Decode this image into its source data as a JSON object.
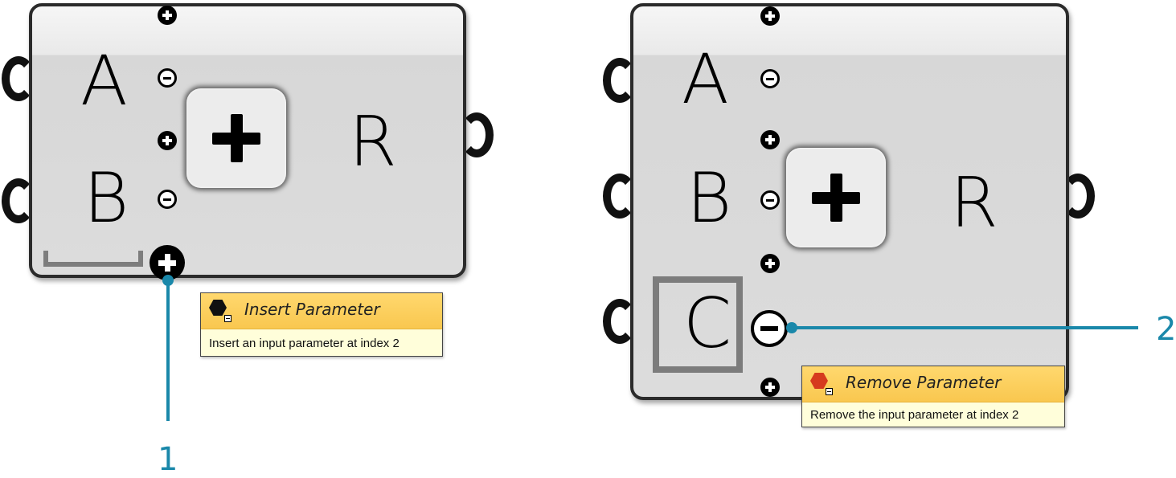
{
  "colors": {
    "callout": "#1a88aa",
    "tooltip_header": "#f9c74f",
    "tooltip_body": "#fffeda",
    "component_body": "#dcdcdc",
    "insert_icon": "#111111",
    "remove_icon": "#d63a1e"
  },
  "left_component": {
    "inputs": [
      "A",
      "B"
    ],
    "output": "R",
    "center_icon": "plus-icon"
  },
  "right_component": {
    "inputs": [
      "A",
      "B",
      "C"
    ],
    "output": "R",
    "center_icon": "plus-icon"
  },
  "tooltips": {
    "insert": {
      "title": "Insert Parameter",
      "description": "Insert an input parameter at index 2",
      "icon": "hexagon-insert-icon"
    },
    "remove": {
      "title": "Remove Parameter",
      "description": "Remove the input parameter at index 2",
      "icon": "hexagon-remove-icon"
    }
  },
  "callouts": [
    "1",
    "2"
  ]
}
